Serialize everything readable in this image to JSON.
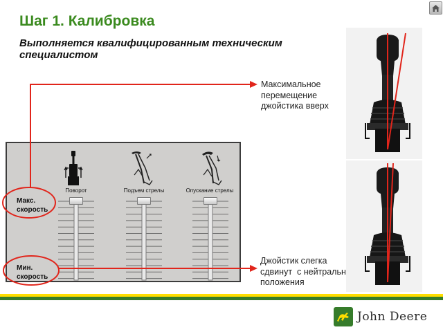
{
  "header": {
    "title": "Шаг 1. Калибровка",
    "subtitle": "Выполняется квалифицированным техническим специалистом"
  },
  "panel": {
    "columns": [
      {
        "label": "Поворот"
      },
      {
        "label": "Подъем стрелы"
      },
      {
        "label": "Опускание стрелы"
      }
    ],
    "max_speed_label": "Макс.\nскорость",
    "min_speed_label": "Мин.\nскорость"
  },
  "callouts": {
    "top_note": "Максимальное\nперемещение\nджойстика вверх",
    "bottom_note": "Джойстик слегка\nсдвинут  с нейтрального\nположения"
  },
  "footer": {
    "logo_text_1": "John",
    "logo_text_2": "Deere"
  },
  "colors": {
    "title_green": "#3a8a1e",
    "callout_red": "#e1251b",
    "deere_green": "#367c2b",
    "deere_yellow": "#ffde00"
  }
}
